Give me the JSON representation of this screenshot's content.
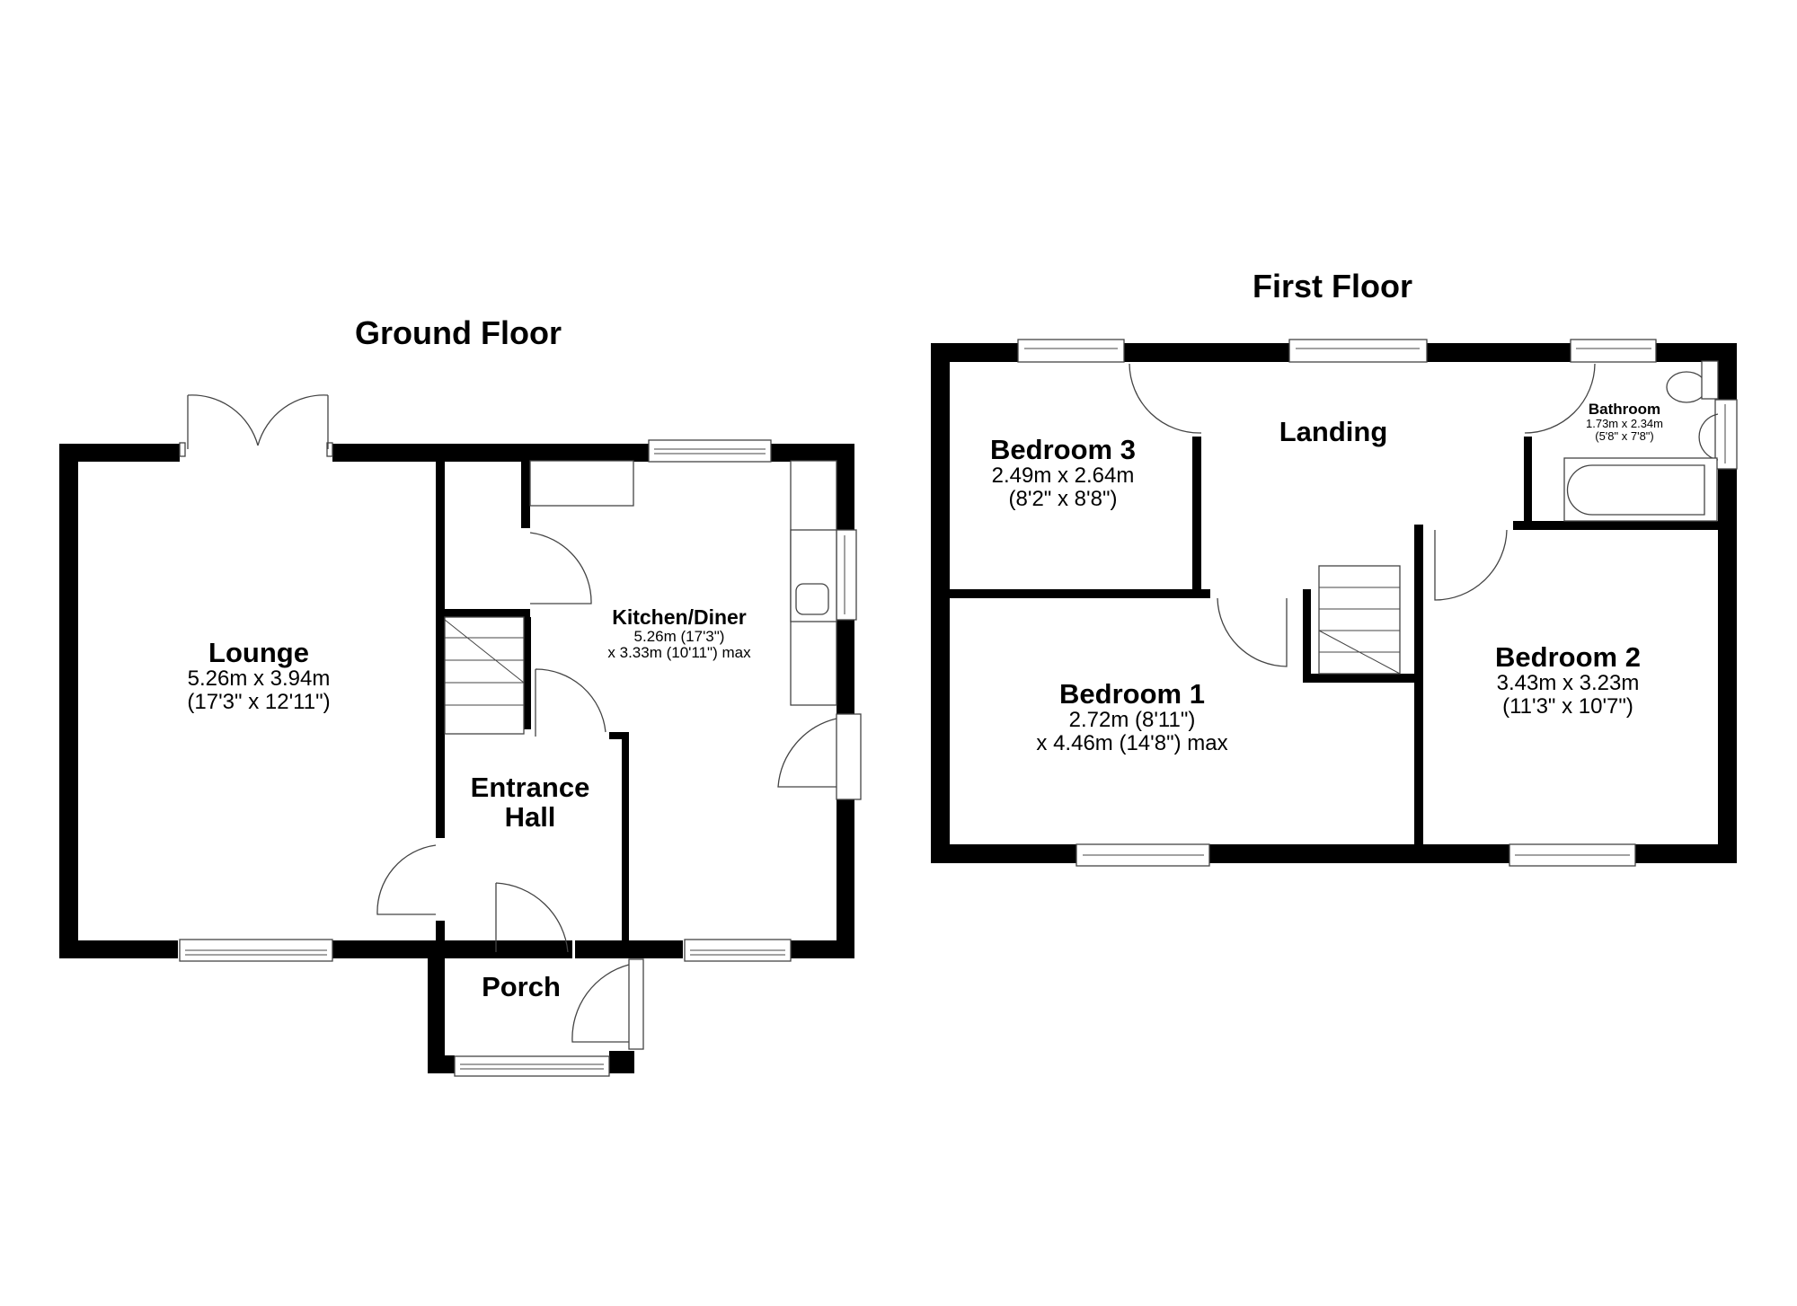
{
  "floors": [
    {
      "title": "Ground Floor",
      "rooms": [
        {
          "name": "Lounge",
          "dim1": "5.26m x 3.94m",
          "dim2": "(17'3\" x 12'11\")"
        },
        {
          "name": "Kitchen/Diner",
          "dim1": "5.26m (17'3\")",
          "dim2": "x 3.33m (10'11\") max"
        },
        {
          "name": "Entrance",
          "name2": "Hall"
        },
        {
          "name": "Porch"
        }
      ]
    },
    {
      "title": "First Floor",
      "rooms": [
        {
          "name": "Bedroom 3",
          "dim1": "2.49m x 2.64m",
          "dim2": "(8'2\" x 8'8\")"
        },
        {
          "name": "Landing"
        },
        {
          "name": "Bathroom",
          "dim1": "1.73m x 2.34m",
          "dim2": "(5'8\" x 7'8\")"
        },
        {
          "name": "Bedroom 1",
          "dim1": "2.72m (8'11\")",
          "dim2": "x 4.46m (14'8\") max"
        },
        {
          "name": "Bedroom 2",
          "dim1": "3.43m x 3.23m",
          "dim2": "(11'3\" x 10'7\")"
        }
      ]
    }
  ],
  "colors": {
    "wall": "#000000",
    "fixture_line": "#444444",
    "background": "#ffffff"
  }
}
